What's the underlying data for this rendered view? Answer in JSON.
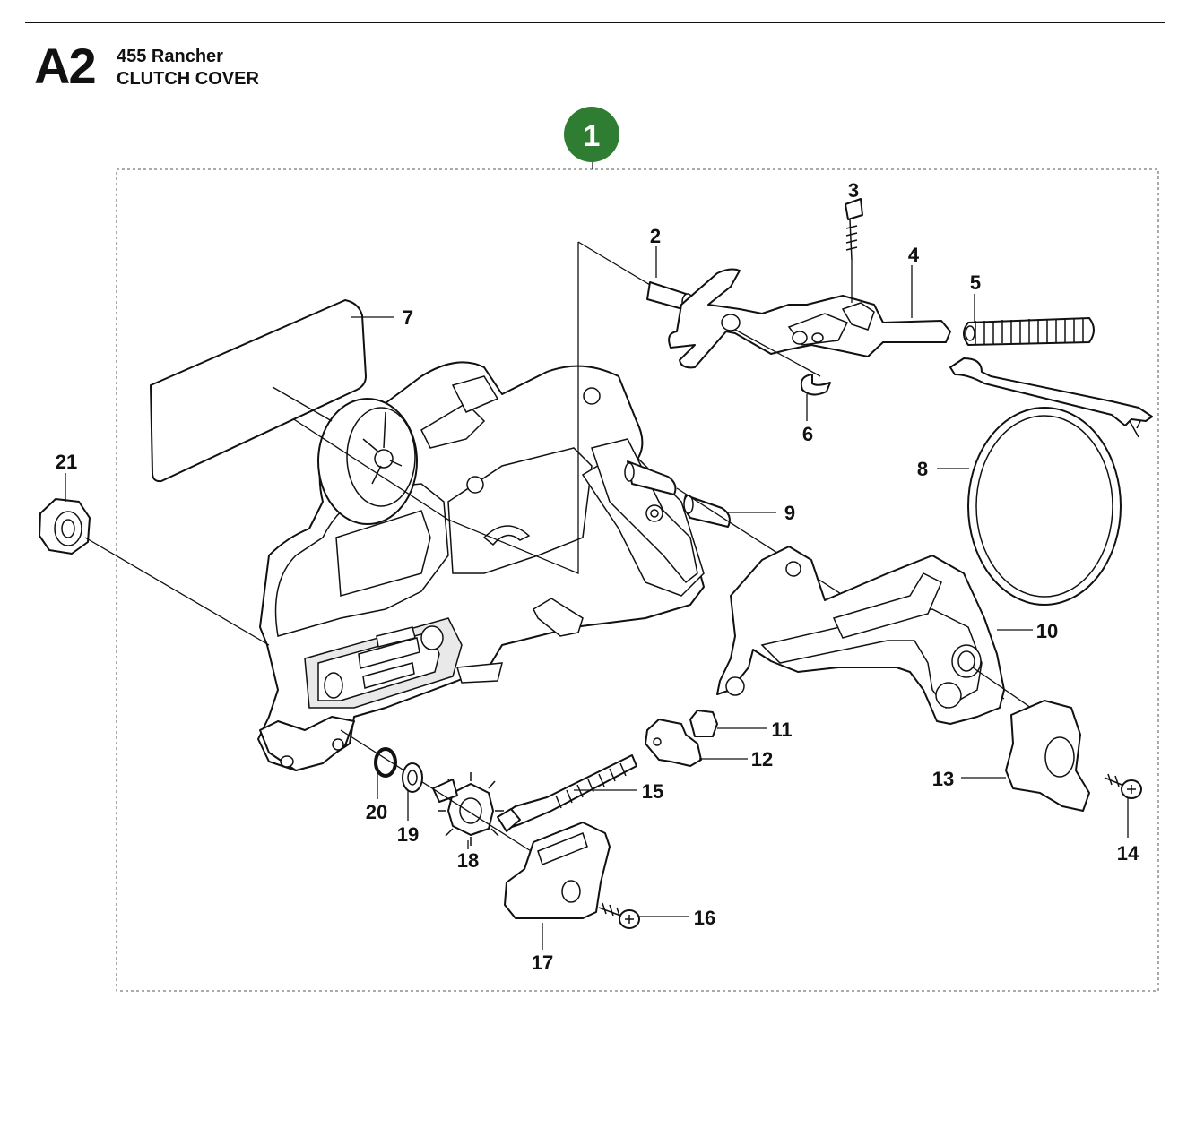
{
  "header": {
    "section_code": "A2",
    "model": "455 Rancher",
    "title": "CLUTCH COVER"
  },
  "assembly_badge": {
    "label": "1",
    "color": "#2e7d32"
  },
  "callouts": [
    "2",
    "3",
    "4",
    "5",
    "6",
    "7",
    "8",
    "9",
    "10",
    "11",
    "12",
    "13",
    "14",
    "15",
    "16",
    "17",
    "18",
    "19",
    "20",
    "21"
  ]
}
